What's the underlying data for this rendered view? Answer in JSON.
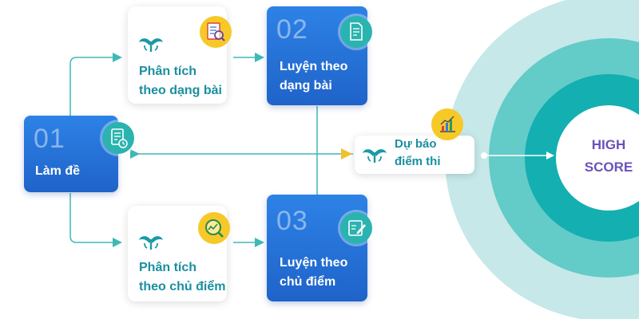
{
  "nodes": {
    "step01": {
      "number": "01",
      "title": "Làm đề"
    },
    "step02": {
      "number": "02",
      "title_line1": "Luyện theo",
      "title_line2": "dạng bài"
    },
    "step03": {
      "number": "03",
      "title_line1": "Luyện theo",
      "title_line2": "chủ điểm"
    },
    "analysis_type": {
      "title_line1": "Phân tích",
      "title_line2": "theo dạng bài"
    },
    "analysis_topic": {
      "title_line1": "Phân tích",
      "title_line2": "theo chủ điểm"
    },
    "forecast": {
      "title_line1": "Dự báo",
      "title_line2": "điểm thi"
    },
    "target": {
      "line1": "HIGH",
      "line2": "SCORE"
    }
  },
  "icons": {
    "logo": "tree-logo-icon",
    "checklist": "checklist-clock-icon",
    "report_search": "report-magnifier-icon",
    "document": "document-icon",
    "chart_search": "chart-magnifier-icon",
    "edit": "edit-note-icon",
    "bar_chart": "bar-chart-icon"
  },
  "colors": {
    "blue": "#2672da",
    "teal_text": "#1a8fa0",
    "teal_line": "#3fb9b6",
    "ring_outer": "#bfe6e7",
    "ring_mid": "#5fcac8",
    "ring_inner": "#11aeb0",
    "center_text": "#6a52b8",
    "arrow_yellow": "#f2c12e"
  }
}
